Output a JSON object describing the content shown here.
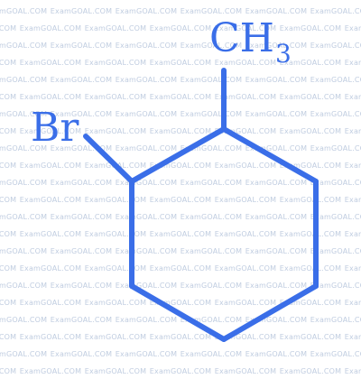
{
  "watermark": {
    "text": "ExamGOAL.COM"
  },
  "molecule": {
    "color": "#3a6ee8",
    "labels": {
      "bromine": "Br",
      "methyl_main": "CH",
      "methyl_sub": "3"
    },
    "ring": "cyclohexane"
  }
}
